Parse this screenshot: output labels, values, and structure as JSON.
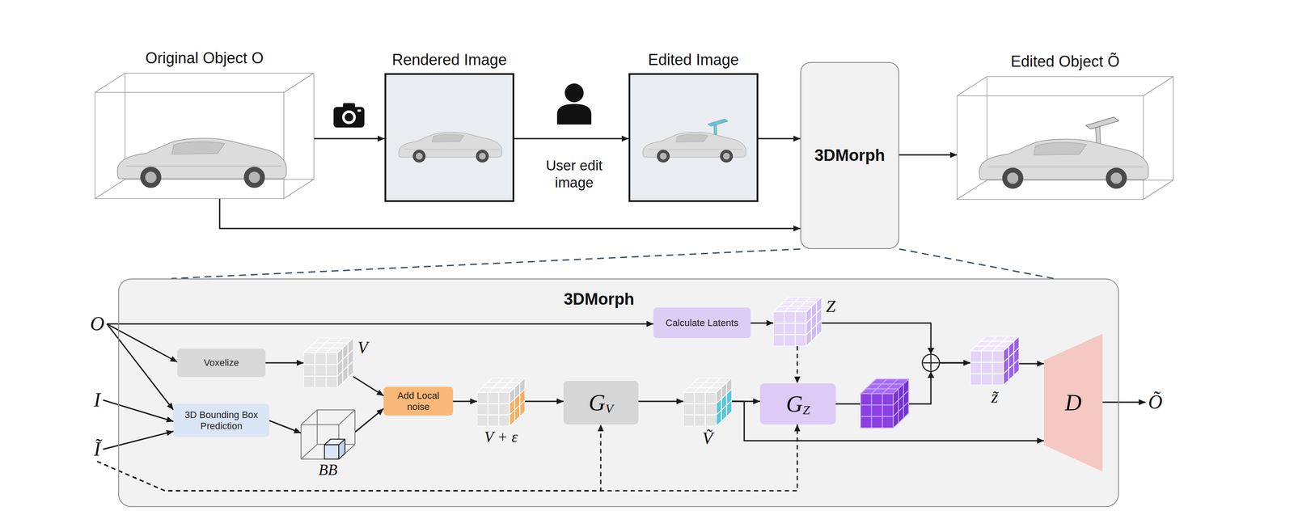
{
  "diagram": {
    "nodes": [
      {
        "text": [
          "Original Object O"
        ]
      },
      {
        "text": [
          "Rendered Image"
        ]
      },
      {
        "text": [
          "Edited Image"
        ]
      },
      {
        "text": [
          "3DMorph"
        ]
      },
      {
        "text": [
          "Edited Object Õ"
        ]
      },
      {
        "text": [
          "O"
        ]
      },
      {
        "text": [
          "I"
        ]
      },
      {
        "text": [
          "Ĩ"
        ]
      },
      {
        "text": [
          "3DMorph"
        ]
      },
      {
        "text": [
          "Voxelize"
        ],
        "in": 8
      },
      {
        "text": [
          "V"
        ],
        "in": 8
      },
      {
        "text": [
          "3D Bounding Box Prediction"
        ],
        "in": 8
      },
      {
        "text": [
          "BB"
        ],
        "in": 8
      },
      {
        "text": [
          "Add Local noise"
        ],
        "in": 8
      },
      {
        "text": [
          "V + ε"
        ],
        "in": 8
      },
      {
        "text": [
          "G",
          "V"
        ],
        "in": 8
      },
      {
        "text": [
          "Ṽ"
        ],
        "in": 8
      },
      {
        "text": [
          "Calculate Latents"
        ],
        "in": 8
      },
      {
        "text": [
          "Z"
        ],
        "in": 8
      },
      {
        "text": [
          "G",
          "Z"
        ],
        "in": 8
      },
      {
        "text": [
          "z̃"
        ],
        "in": 8
      },
      {
        "text": [
          "D"
        ],
        "in": 8
      },
      {
        "text": [
          "Õ"
        ]
      }
    ],
    "edges": [
      {
        "from": 0,
        "to": 1,
        "arrow": "to"
      },
      {
        "from": 1,
        "to": 2,
        "label": "User edit image",
        "arrow": "to"
      },
      {
        "from": 2,
        "to": 3,
        "arrow": "to"
      },
      {
        "from": 0,
        "to": 3,
        "arrow": "to"
      },
      {
        "from": 3,
        "to": 4,
        "arrow": "to"
      },
      {
        "from": 5,
        "to": 9,
        "arrow": "to"
      },
      {
        "from": 5,
        "to": 11,
        "arrow": "to"
      },
      {
        "from": 5,
        "to": 17,
        "arrow": "to"
      },
      {
        "from": 6,
        "to": 11,
        "arrow": "to"
      },
      {
        "from": 7,
        "to": 11,
        "arrow": "to"
      },
      {
        "from": 7,
        "to": 15,
        "arrow": "to"
      },
      {
        "from": 7,
        "to": 19,
        "arrow": "to"
      },
      {
        "from": 9,
        "to": 10,
        "arrow": "to"
      },
      {
        "from": 10,
        "to": 13,
        "arrow": "to"
      },
      {
        "from": 11,
        "to": 12,
        "arrow": "to"
      },
      {
        "from": 12,
        "to": 13,
        "arrow": "to"
      },
      {
        "from": 13,
        "to": 14,
        "arrow": "to"
      },
      {
        "from": 14,
        "to": 15,
        "arrow": "to"
      },
      {
        "from": 15,
        "to": 16,
        "arrow": "to"
      },
      {
        "from": 16,
        "to": 19,
        "arrow": "to"
      },
      {
        "from": 16,
        "to": 21,
        "arrow": "to"
      },
      {
        "from": 17,
        "to": 18,
        "arrow": "to"
      },
      {
        "from": 18,
        "to": 19,
        "arrow": "to"
      },
      {
        "from": 18,
        "to": 20,
        "arrow": "to"
      },
      {
        "from": 19,
        "to": 20,
        "arrow": "to"
      },
      {
        "from": 20,
        "to": 21,
        "arrow": "to"
      },
      {
        "from": 21,
        "to": 22,
        "arrow": "to"
      }
    ]
  }
}
